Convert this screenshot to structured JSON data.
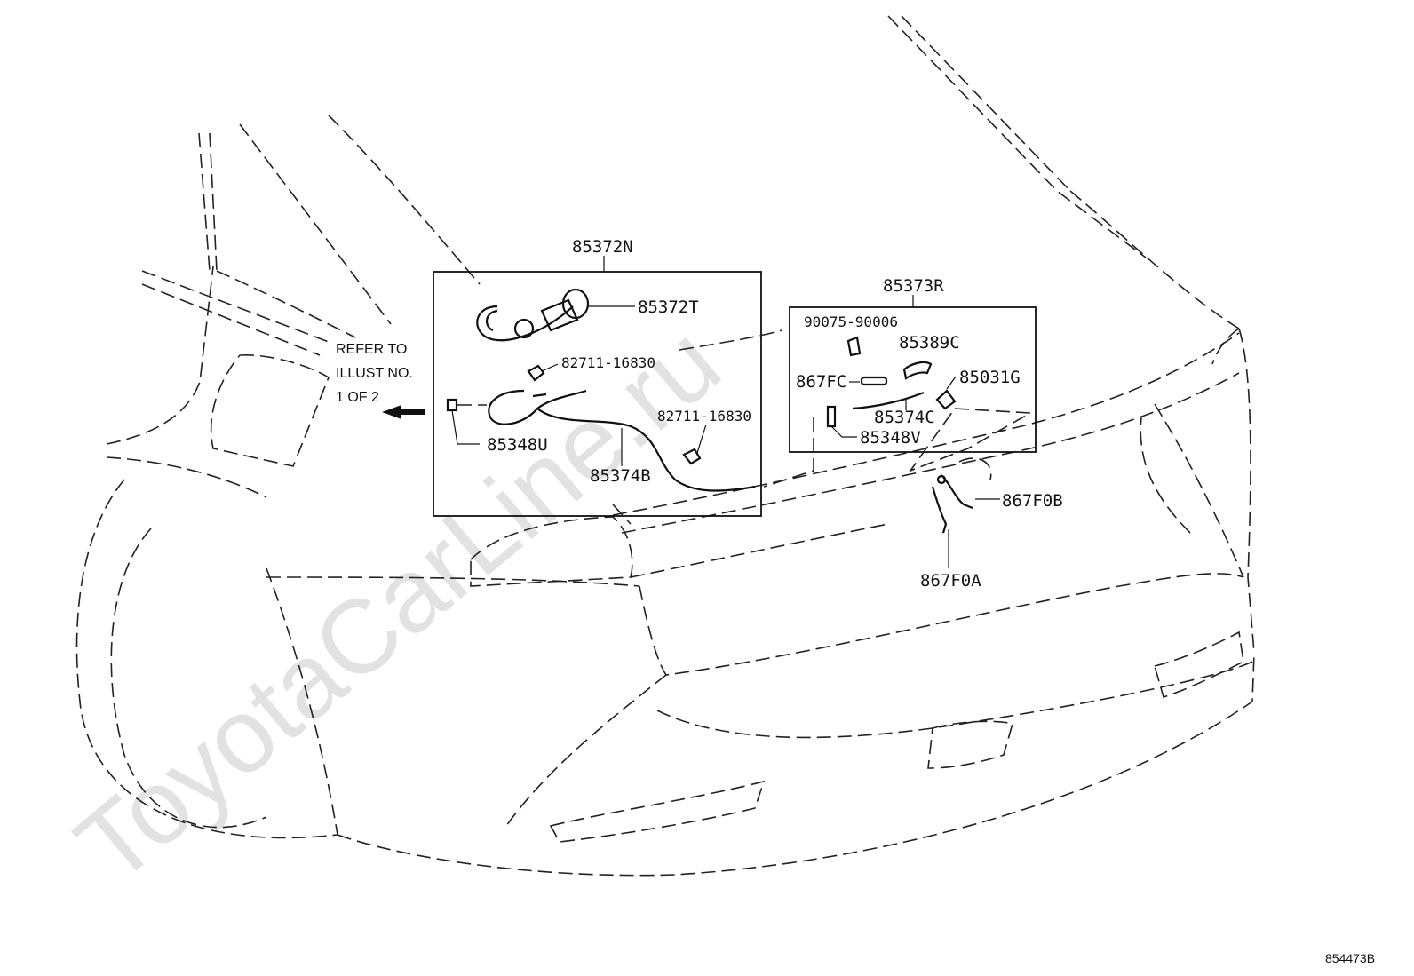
{
  "watermark": "ToyotaCarLine.ru",
  "diagram_ref": "854473B",
  "note": {
    "line1": "REFER TO",
    "line2": "ILLUST NO.",
    "line3": "1 OF 2"
  },
  "groups": {
    "left": "85372N",
    "right": "85373R"
  },
  "parts": {
    "p85372T": "85372T",
    "p82711_a": "82711-16830",
    "p82711_b": "82711-16830",
    "p85348U": "85348U",
    "p85374B": "85374B",
    "p90075": "90075-90006",
    "p85389C": "85389C",
    "p867FC": "867FC",
    "p85031G": "85031G",
    "p85374C": "85374C",
    "p85348V": "85348V",
    "p867F0B": "867F0B",
    "p867F0A": "867F0A"
  }
}
